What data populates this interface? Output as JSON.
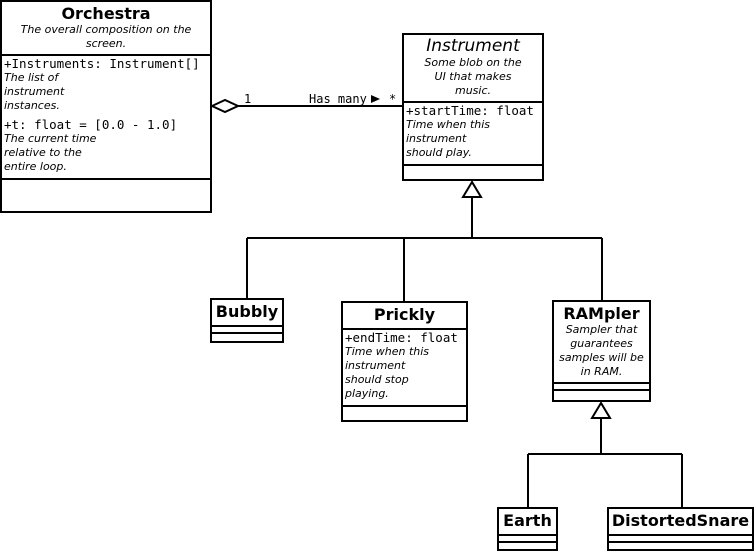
{
  "classes": {
    "orchestra": {
      "name": "Orchestra",
      "description": "The overall composition on the screen.",
      "attributes": [
        {
          "signature": "+Instruments: Instrument[]",
          "description": "The list of instrument instances."
        },
        {
          "signature": "+t: float = [0.0 - 1.0]",
          "description": "The current time relative to the entire loop."
        }
      ]
    },
    "instrument": {
      "name": "Instrument",
      "description": "Some blob on the UI that makes music.",
      "attributes": [
        {
          "signature": "+startTime: float",
          "description": "Time when this instrument should play."
        }
      ]
    },
    "bubbly": {
      "name": "Bubbly"
    },
    "prickly": {
      "name": "Prickly",
      "attributes": [
        {
          "signature": "+endTime: float",
          "description": "Time when this instrument should stop playing."
        }
      ]
    },
    "rampler": {
      "name": "RAMpler",
      "description": "Sampler that guarantees samples will be in RAM."
    },
    "earth": {
      "name": "Earth"
    },
    "distorted_snare": {
      "name": "DistortedSnare"
    }
  },
  "association": {
    "label": "Has many",
    "multiplicity_source": "1",
    "multiplicity_target": "*"
  }
}
